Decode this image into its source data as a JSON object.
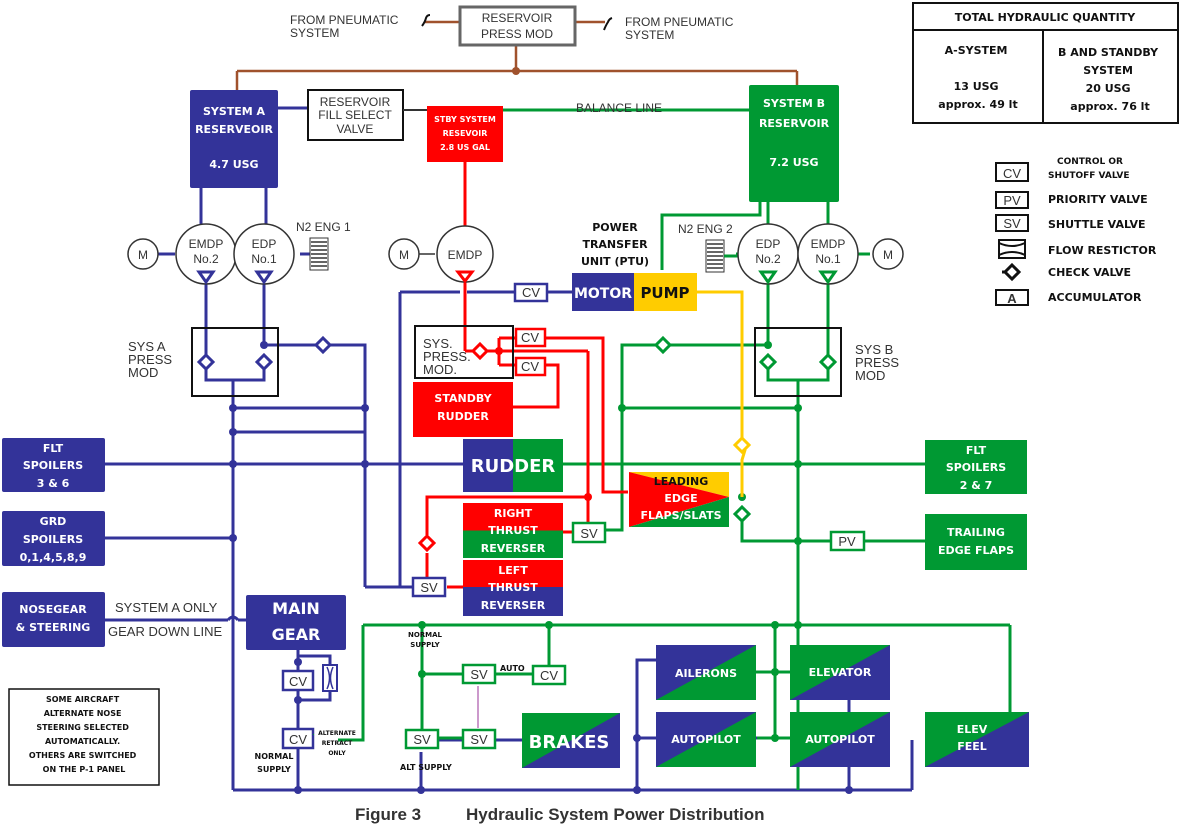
{
  "colors": {
    "system_a": "#333399",
    "system_b": "#009933",
    "standby": "#ff0000",
    "ptu_pump": "#ffcc00",
    "pneumatic": "#a0522d"
  },
  "top": {
    "from_pneumatic_left": [
      "FROM PNEUMATIC",
      "SYSTEM"
    ],
    "from_pneumatic_right": [
      "FROM PNEUMATIC",
      "SYSTEM"
    ],
    "reservoir_press_mod": [
      "RESERVOIR",
      "PRESS MOD"
    ]
  },
  "quantity_table": {
    "title": "TOTAL HYDRAULIC QUANTITY",
    "a_system": {
      "label": "A-SYSTEM",
      "usg": "13 USG",
      "liters": "approx. 49 lt"
    },
    "b_standby": {
      "label_1": "B AND STANDBY",
      "label_2": "SYSTEM",
      "usg": "20 USG",
      "liters": "approx. 76 lt"
    }
  },
  "legend": [
    {
      "symbol": "CV",
      "label_1": "CONTROL OR",
      "label_2": "SHUTOFF VALVE"
    },
    {
      "symbol": "PV",
      "label_1": "PRIORITY VALVE"
    },
    {
      "symbol": "SV",
      "label_1": "SHUTTLE VALVE"
    },
    {
      "symbol": "flow-restrictor",
      "label_1": "FLOW RESTICTOR"
    },
    {
      "symbol": "check-valve",
      "label_1": "CHECK VALVE"
    },
    {
      "symbol": "A",
      "label_1": "ACCUMULATOR"
    }
  ],
  "reservoirs": {
    "a": {
      "line1": "SYSTEM A",
      "line2": "RESERVEOIR",
      "qty": "4.7 USG"
    },
    "fill_select": [
      "RESERVOIR",
      "FILL SELECT",
      "VALVE"
    ],
    "stby": {
      "line1": "STBY SYSTEM",
      "line2": "RESEVOIR",
      "qty": "2.8 US GAL"
    },
    "b": {
      "line1": "SYSTEM B",
      "line2": "RESERVOIR",
      "qty": "7.2 USG"
    },
    "balance_line": "BALANCE LINE"
  },
  "pumps": {
    "motor": "M",
    "a_emdp": [
      "EMDP",
      "No.2"
    ],
    "a_edp": [
      "EDP",
      "No.1"
    ],
    "n2_eng1": "N2 ENG 1",
    "stby_emdp": "EMDP",
    "b_edp": [
      "EDP",
      "No.2"
    ],
    "b_emdp": [
      "EMDP",
      "No.1"
    ],
    "n2_eng2": "N2 ENG 2"
  },
  "ptu": {
    "title": [
      "POWER",
      "TRANSFER",
      "UNIT (PTU)"
    ],
    "motor": "MOTOR",
    "pump": "PUMP"
  },
  "press_mods": {
    "a": [
      "SYS A",
      "PRESS",
      "MOD"
    ],
    "stby": [
      "SYS.",
      "PRESS.",
      "MOD."
    ],
    "b": [
      "SYS B",
      "PRESS",
      "MOD"
    ]
  },
  "valves": {
    "cv": "CV",
    "sv": "SV",
    "pv": "PV"
  },
  "components": {
    "standby_rudder": [
      "STANDBY",
      "RUDDER"
    ],
    "rudder": "RUDDER",
    "leading_edge": [
      "LEADING",
      "EDGE",
      "FLAPS/SLATS"
    ],
    "right_thrust_reverser": [
      "RIGHT",
      "THRUST",
      "REVERSER"
    ],
    "left_thrust_reverser": [
      "LEFT",
      "THRUST",
      "REVERSER"
    ],
    "flt_spoilers_a": [
      "FLT",
      "SPOILERS",
      "3 & 6"
    ],
    "grd_spoilers": [
      "GRD",
      "SPOILERS",
      "0,1,4,5,8,9"
    ],
    "nosegear": [
      "NOSEGEAR",
      "& STEERING"
    ],
    "main_gear": [
      "MAIN",
      "GEAR"
    ],
    "flt_spoilers_b": [
      "FLT",
      "SPOILERS",
      "2 & 7"
    ],
    "trailing_edge": [
      "TRAILING",
      "EDGE FLAPS"
    ],
    "ailerons": "AILERONS",
    "elevator": "ELEVATOR",
    "autopilot_1": "AUTOPILOT",
    "autopilot_2": "AUTOPILOT",
    "elev_feel": [
      "ELEV",
      "FEEL"
    ],
    "brakes": "BRAKES"
  },
  "labels": {
    "system_a_only": "SYSTEM A ONLY",
    "gear_down_line": "GEAR DOWN LINE",
    "normal_supply_brakes": [
      "NORMAL",
      "SUPPLY"
    ],
    "auto": "AUTO",
    "alt_supply": "ALT SUPPLY",
    "normal_supply_gear": [
      "NORMAL",
      "SUPPLY"
    ],
    "alternate_retract": [
      "ALTERNATE",
      "RETRACT",
      "ONLY"
    ]
  },
  "note": [
    "SOME AIRCRAFT",
    "ALTERNATE NOSE",
    "STEERING SELECTED",
    "AUTOMATICALLY.",
    "OTHERS ARE SWITCHED",
    "ON THE P-1 PANEL"
  ],
  "caption": {
    "figure": "Figure 3",
    "title": "Hydraulic System Power Distribution"
  }
}
